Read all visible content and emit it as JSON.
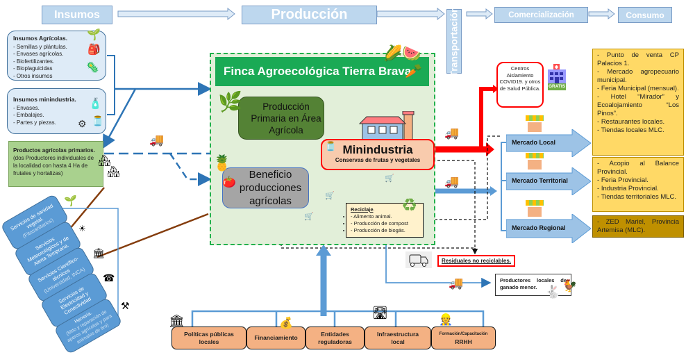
{
  "stages": {
    "insumos": "Insumos",
    "produccion": "Producción",
    "transportacion": "Transportación",
    "comercializacion": "Comercialización",
    "consumo": "Consumo"
  },
  "insumos_agricolas": {
    "title": "Insumos Agrícolas.",
    "items": [
      "Semillas y plántulas.",
      "Envases agrícolas.",
      "Biofertilizantes.",
      "Bioplaguicidas",
      "Otros insumos"
    ]
  },
  "insumos_minindustria": {
    "title": "Insumos minindustria.",
    "items": [
      "Envases.",
      "Embalajes.",
      "Partes y piezas."
    ]
  },
  "productos_primarios": {
    "title": "Productos agrícolas primarios.",
    "description": "(dos Productores individuales de la localidad con hasta 4 Ha de frutales y hortalizas)"
  },
  "servicios": [
    {
      "title": "Servicios de sanidad vegetal.",
      "sub": "(Fitosanitarios)"
    },
    {
      "title": "Servicios Meteorológicos y de Alerta Temprana.",
      "sub": ""
    },
    {
      "title": "Servicios Científico-técnicos",
      "sub": "(Universidad, INCA)"
    },
    {
      "title": "Servicios de Electricidad y Conectividad",
      "sub": ""
    },
    {
      "title": "Herrería.",
      "sub": "(Mtto y reparación de aperos agrícolas y para animales de tiro)"
    }
  ],
  "finca": {
    "title": "Finca Agroecológica Tierra Brava",
    "produccion_primaria": "Producción Primaria en Área Agrícola",
    "beneficio": "Beneficio producciones agrícolas",
    "minindustria_title": "Minindustria",
    "minindustria_sub": "Conservas de frutas y vegetales",
    "reciclaje": {
      "title": "Reciclaje",
      "items": [
        "Alimento animal.",
        "Producción de compost",
        "Producción de biogás."
      ]
    }
  },
  "centros": "Centros Aislamiento COVID19. y otros de Salud Pública.",
  "gratis_label": "GRATIS",
  "residuales": "Residuales no reciclables.",
  "productores_ganado": "Productores locales de ganado menor.",
  "mercados": [
    {
      "label": "Mercado Local"
    },
    {
      "label": "Mercado Territorial"
    },
    {
      "label": "Mercado Regional"
    }
  ],
  "consumo_local": [
    "Punto de venta CP Palacios 1.",
    "Mercado agropecuario municipal.",
    "Feria Municipal (mensual).",
    "Hotel “Mirador” y Ecoalojamiento “Los Pinos”.",
    "Restaurantes locales.",
    "Tiendas locales MLC."
  ],
  "consumo_territorial": [
    "Acopio al Balance Provincial.",
    "Feria Provincial.",
    "Industria Provincial.",
    "Tiendas territoriales MLC."
  ],
  "consumo_regional": [
    "ZED Mariel, Provincia Artemisa (MLC)."
  ],
  "soporte": [
    {
      "line1": "Políticas públicas",
      "line2": "locales"
    },
    {
      "line1": "Financiamiento",
      "line2": ""
    },
    {
      "line1": "Entidades",
      "line2": "reguladoras"
    },
    {
      "line1": "Infraestructura",
      "line2": "local"
    },
    {
      "line1": "Formación/Capacitación",
      "line2": "RRHH"
    }
  ],
  "colors": {
    "stage_fill": "#bdd7ee",
    "finca_green": "#1aaa55",
    "flow_red": "#ff0000",
    "flow_blue": "#5b9bd5",
    "consumo_yellow": "#ffd966",
    "consumo_regional": "#bf9000",
    "soporte_orange": "#f4b183"
  }
}
